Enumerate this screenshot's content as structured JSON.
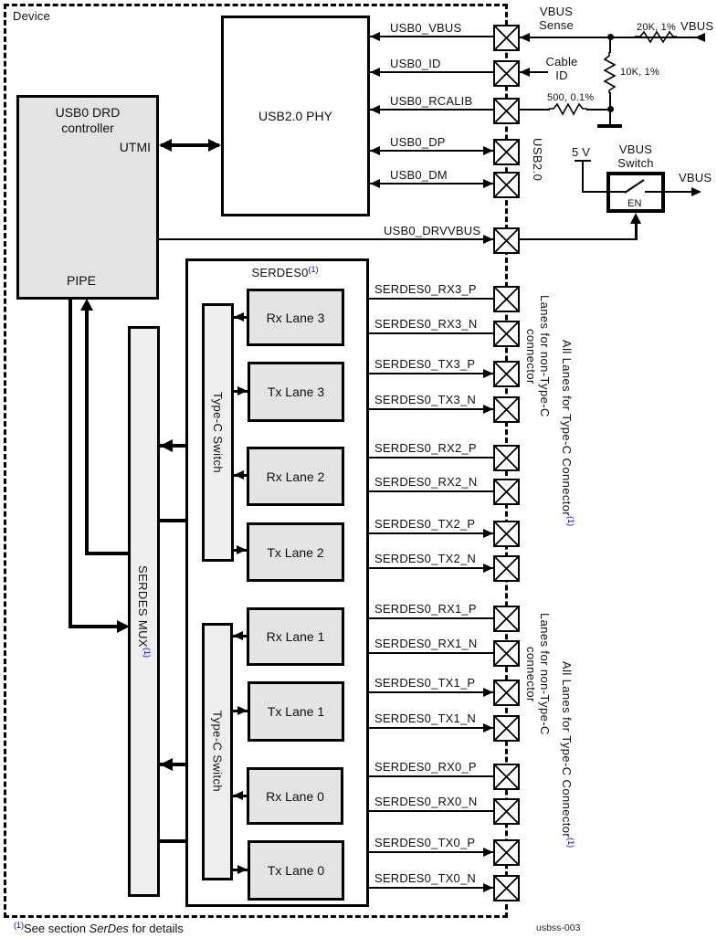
{
  "device": {
    "label": "Device"
  },
  "figure_id": "usbss-003",
  "colors": {
    "line": "#000000",
    "note_blue": "#0000cc",
    "block_fill": "#e4e4e4",
    "strip_fill": "#efefef"
  },
  "blocks": {
    "controller_title": "USB0 DRD\ncontroller",
    "utmi": "UTMI",
    "pipe": "PIPE",
    "phy": "USB2.0 PHY",
    "serdes0": "SERDES0",
    "mux": "SERDES MUX",
    "switch_upper": "Type-C Switch",
    "switch_lower": "Type-C Switch",
    "rx_lane_3": "Rx Lane 3",
    "tx_lane_3": "Tx Lane 3",
    "rx_lane_2": "Rx Lane 2",
    "tx_lane_2": "Tx Lane 2",
    "rx_lane_1": "Rx Lane 1",
    "tx_lane_1": "Tx Lane 1",
    "rx_lane_0": "Rx Lane 0",
    "tx_lane_0": "Tx Lane 0"
  },
  "signals": {
    "usb0_vbus": "USB0_VBUS",
    "usb0_id": "USB0_ID",
    "usb0_rcalib": "USB0_RCALIB",
    "usb0_dp": "USB0_DP",
    "usb0_dm": "USB0_DM",
    "usb0_drvvbus": "USB0_DRVVBUS",
    "serdes0_rx3_p": "SERDES0_RX3_P",
    "serdes0_rx3_n": "SERDES0_RX3_N",
    "serdes0_tx3_p": "SERDES0_TX3_P",
    "serdes0_tx3_n": "SERDES0_TX3_N",
    "serdes0_rx2_p": "SERDES0_RX2_P",
    "serdes0_rx2_n": "SERDES0_RX2_N",
    "serdes0_tx2_p": "SERDES0_TX2_P",
    "serdes0_tx2_n": "SERDES0_TX2_N",
    "serdes0_rx1_p": "SERDES0_RX1_P",
    "serdes0_rx1_n": "SERDES0_RX1_N",
    "serdes0_tx1_p": "SERDES0_TX1_P",
    "serdes0_tx1_n": "SERDES0_TX1_N",
    "serdes0_rx0_p": "SERDES0_RX0_P",
    "serdes0_rx0_n": "SERDES0_RX0_N",
    "serdes0_tx0_p": "SERDES0_TX0_P",
    "serdes0_tx0_n": "SERDES0_TX0_N",
    "usb20_bus": "USB2.0"
  },
  "analog": {
    "vbus_sense": "VBUS\nSense",
    "cable_id": "Cable\nID",
    "r_20k": "20K, 1%",
    "r_10k": "10K, 1%",
    "r_500": "500, 0.1%",
    "vbus_in": "VBUS",
    "supply_5v": "5 V",
    "vbus_switch": "VBUS\nSwitch",
    "en": "EN",
    "vbus_out": "VBUS"
  },
  "side_labels": {
    "non_type_c_upper": "Lanes for non-Type-C\nconnector",
    "type_c_upper": "All Lanes for Type-C Connector",
    "non_type_c_lower": "Lanes for non-Type-C\nconnector",
    "type_c_lower": "All Lanes for Type-C Connector"
  },
  "footnote": {
    "ref": "(1)",
    "pre": "See section ",
    "em": "SerDes",
    "post": " for details"
  }
}
